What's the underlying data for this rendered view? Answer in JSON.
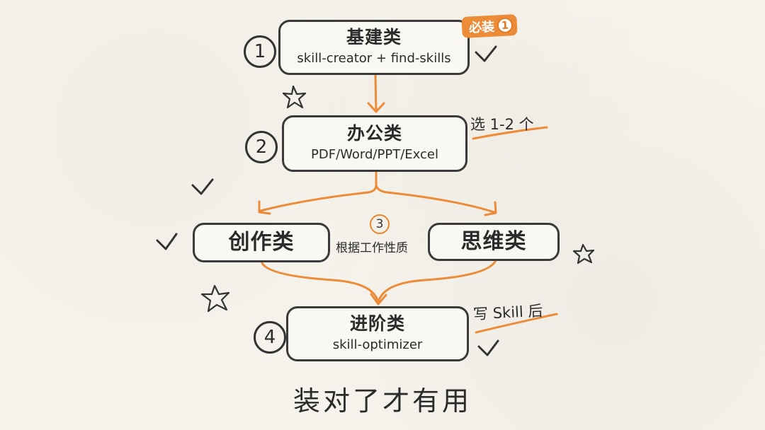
{
  "flow": {
    "step1": {
      "number": "1",
      "title": "基建类",
      "subtitle": "skill-creator + find-skills"
    },
    "must_badge": {
      "label": "必装",
      "number": "1"
    },
    "step2": {
      "number": "2",
      "title": "办公类",
      "subtitle": "PDF/Word/PPT/Excel"
    },
    "note2": "选 1-2 个",
    "step3": {
      "number": "3",
      "label": "根据工作性质"
    },
    "creative": {
      "title": "创作类"
    },
    "thinking": {
      "title": "思维类"
    },
    "step4": {
      "number": "4",
      "title": "进阶类",
      "subtitle": "skill-optimizer"
    },
    "note4": "写 Skill 后"
  },
  "footer": "装对了才有用",
  "colors": {
    "accent": "#ec8b38",
    "ink": "#3a3a3a",
    "paper": "#f6f3ec"
  }
}
